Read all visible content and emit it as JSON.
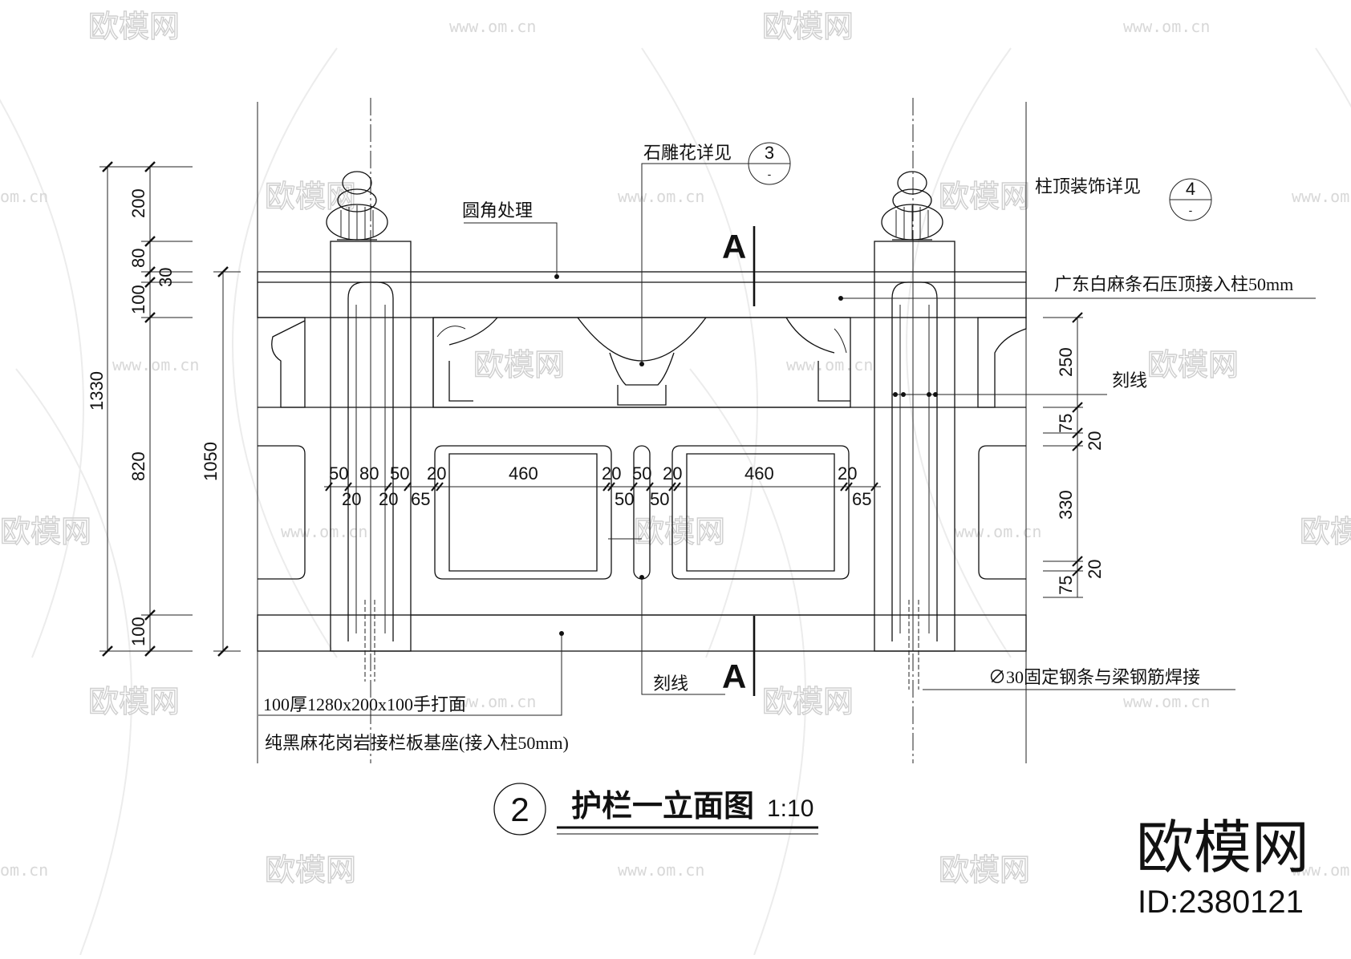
{
  "drawing": {
    "title": "护栏一立面图",
    "scale": "1:10",
    "view_number": "2",
    "section_letter": "A"
  },
  "annotations": {
    "carving_detail": "石雕花详见",
    "carving_ref": "3",
    "carving_ref_sub": "-",
    "post_top_detail": "柱顶装饰详见",
    "post_top_ref": "4",
    "post_top_ref_sub": "-",
    "rounded_corner": "圆角处理",
    "capping": "广东白麻条石压顶接入柱50mm",
    "score_line_right": "刻线",
    "score_line_bottom": "刻线",
    "rebar": "∅30固定钢条与梁钢筋焊接",
    "base_line1": "100厚1280x200x100手打面",
    "base_line2": "纯黑麻花岗岩接栏板基座(接入柱50mm)"
  },
  "dimensions": {
    "left_outer": [
      "1330"
    ],
    "left_inner": [
      "200",
      "80",
      "30",
      "100",
      "820",
      "100"
    ],
    "left_total_rail": "1050",
    "horizontal_top": [
      "50",
      "80",
      "50",
      "20",
      "460",
      "20",
      "50",
      "20",
      "460",
      "20"
    ],
    "horizontal_bottom": [
      "20",
      "20",
      "65",
      "50",
      "50",
      "65"
    ],
    "right_vertical": [
      "250",
      "75",
      "20",
      "330",
      "20",
      "75"
    ]
  },
  "watermark": {
    "brand": "欧模网",
    "url": "www.om.cn",
    "url_partial": "om.cn",
    "logo_text": "欧模网",
    "id_text": "ID:2380121"
  }
}
